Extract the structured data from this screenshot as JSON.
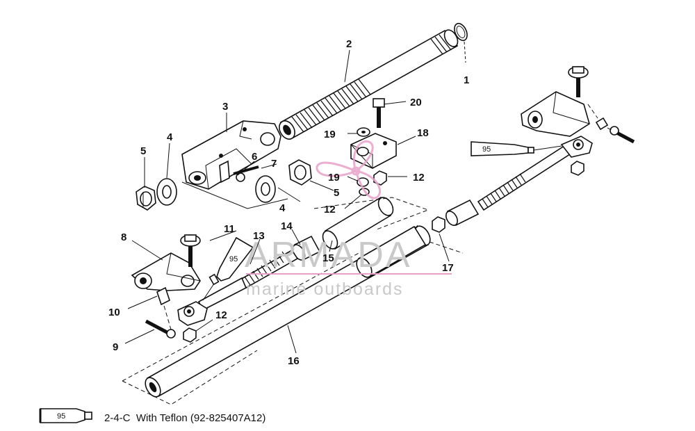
{
  "diagram": {
    "callouts": [
      {
        "id": "c1",
        "text": "1"
      },
      {
        "id": "c2",
        "text": "2"
      },
      {
        "id": "c3",
        "text": "3"
      },
      {
        "id": "c4a",
        "text": "4"
      },
      {
        "id": "c4b",
        "text": "4"
      },
      {
        "id": "c5a",
        "text": "5"
      },
      {
        "id": "c5b",
        "text": "5"
      },
      {
        "id": "c6",
        "text": "6"
      },
      {
        "id": "c7",
        "text": "7"
      },
      {
        "id": "c8",
        "text": "8"
      },
      {
        "id": "c9",
        "text": "9"
      },
      {
        "id": "c10",
        "text": "10"
      },
      {
        "id": "c11",
        "text": "11"
      },
      {
        "id": "c12a",
        "text": "12"
      },
      {
        "id": "c12b",
        "text": "12"
      },
      {
        "id": "c12c",
        "text": "12"
      },
      {
        "id": "c13",
        "text": "13"
      },
      {
        "id": "c14",
        "text": "14"
      },
      {
        "id": "c15",
        "text": "15"
      },
      {
        "id": "c16",
        "text": "16"
      },
      {
        "id": "c17",
        "text": "17"
      },
      {
        "id": "c18",
        "text": "18"
      },
      {
        "id": "c19a",
        "text": "19"
      },
      {
        "id": "c19b",
        "text": "19"
      },
      {
        "id": "c20",
        "text": "20"
      }
    ],
    "tube_label_right": "95",
    "tube_label_left": "95"
  },
  "watermark": {
    "brand": "ARMADA",
    "tagline": "marine outboards",
    "color": "#e8a0c8"
  },
  "legend": {
    "tube_label": "95",
    "text": "2-4-C  With Teflon (92-825407A12)"
  }
}
